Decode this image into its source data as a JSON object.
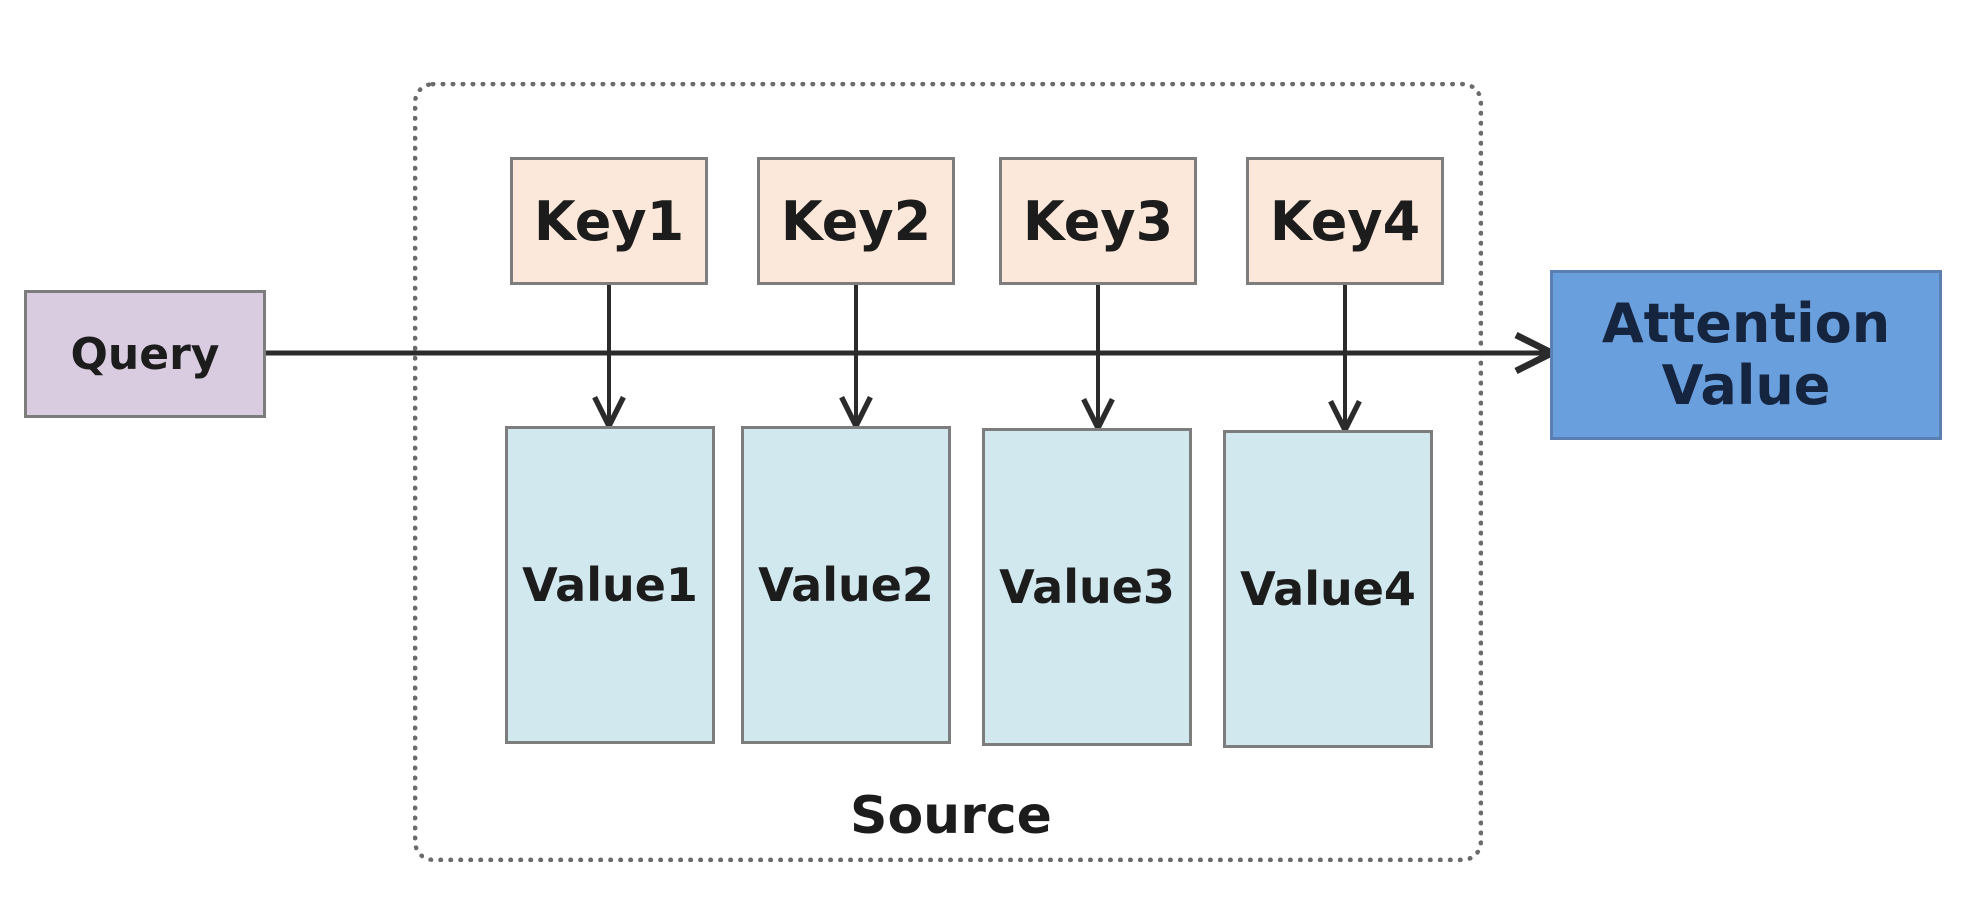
{
  "query": {
    "label": "Query"
  },
  "keys": [
    {
      "label": "Key1"
    },
    {
      "label": "Key2"
    },
    {
      "label": "Key3"
    },
    {
      "label": "Key4"
    }
  ],
  "values": [
    {
      "label": "Value1"
    },
    {
      "label": "Value2"
    },
    {
      "label": "Value3"
    },
    {
      "label": "Value4"
    }
  ],
  "source": {
    "label": "Source"
  },
  "output": {
    "label_line1": "Attention",
    "label_line2": "Value"
  },
  "colors": {
    "query_fill": "#d9cce0",
    "key_fill": "#fce8da",
    "value_fill": "#d1e8ef",
    "output_fill": "#6a9fde",
    "arrow": "#2b2b2b"
  }
}
